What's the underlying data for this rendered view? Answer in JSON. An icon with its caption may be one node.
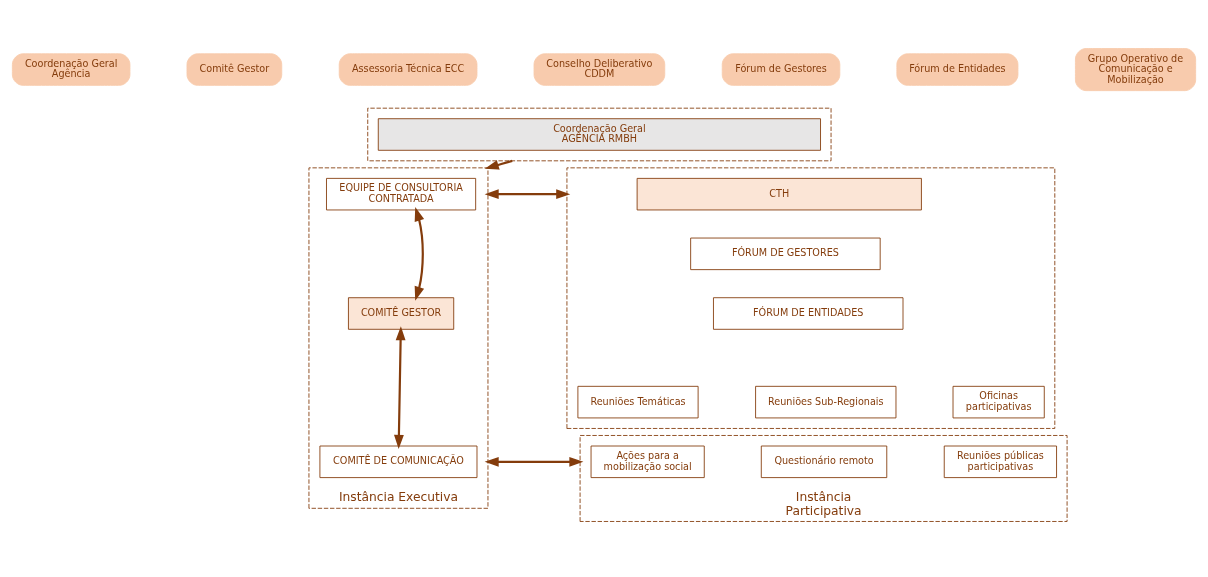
{
  "diagram": {
    "nodes": [
      {
        "text": [
          "Coordenação Geral Agência"
        ]
      },
      {
        "text": [
          "Comitê Gestor"
        ]
      },
      {
        "text": [
          "Assessoria Técnica ECC"
        ]
      },
      {
        "text": [
          "Conselho Deliberativo CDDM"
        ]
      },
      {
        "text": [
          "Fórum de Gestores"
        ]
      },
      {
        "text": [
          "Fórum de Entidades"
        ]
      },
      {
        "text": [
          "Grupo Operativo de Comunicação e Mobilização"
        ]
      },
      {
        "text": [],
        "shape": "box"
      },
      {
        "text": [
          "Coordenação Geral",
          "AGÊNCIA RMBH"
        ],
        "in": 7
      },
      {
        "text": [
          "Instância Executiva"
        ]
      },
      {
        "text": [
          "EQUIPE DE CONSULTORIA CONTRATADA"
        ],
        "in": 9
      },
      {
        "text": [
          "COMITÊ GESTOR"
        ],
        "in": 9
      },
      {
        "text": [
          "COMITÊ DE COMUNICAÇÃO"
        ],
        "in": 9
      },
      {
        "text": [],
        "shape": "box"
      },
      {
        "text": [
          "CTH"
        ],
        "in": 13
      },
      {
        "text": [
          "FÓRUM DE GESTORES"
        ],
        "in": 13
      },
      {
        "text": [
          "FÓRUM DE ENTIDADES"
        ],
        "in": 13
      },
      {
        "text": [
          "Reuniões Temáticas"
        ],
        "in": 13
      },
      {
        "text": [
          "Reuniões Sub-Regionais"
        ],
        "in": 13
      },
      {
        "text": [
          "Oficinas participativas"
        ],
        "in": 13
      },
      {
        "text": [
          "Instância Participativa"
        ]
      },
      {
        "text": [
          "Ações para a mobilização social"
        ],
        "in": 20
      },
      {
        "text": [
          "Questionário remoto"
        ],
        "in": 20
      },
      {
        "text": [
          "Reuniões públicas participativas"
        ],
        "in": 20
      }
    ],
    "edges": [
      {
        "from": 7,
        "to": 9,
        "arrow": "to"
      },
      {
        "from": 10,
        "to": 11,
        "arrow": "both"
      },
      {
        "from": 11,
        "to": 12,
        "arrow": "both"
      },
      {
        "from": 9,
        "to": 13,
        "arrow": "both"
      },
      {
        "from": 9,
        "to": 20,
        "arrow": "both"
      }
    ]
  }
}
